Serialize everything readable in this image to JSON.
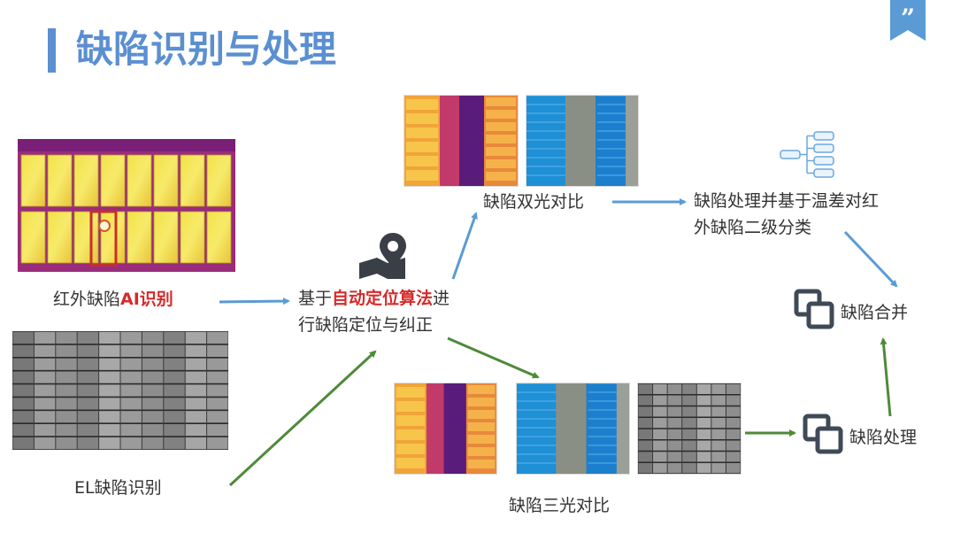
{
  "header": {
    "title": "缺陷识别与处理"
  },
  "nodes": {
    "ir_recognition": {
      "prefix": "红外缺陷",
      "highlight": "AI识别"
    },
    "el_recognition": {
      "label": "EL缺陷识别"
    },
    "locate": {
      "prefix": "基于",
      "highlight": "自动定位算法",
      "suffix": "进",
      "line2": "行缺陷定位与纠正"
    },
    "dual_compare": {
      "label": "缺陷双光对比"
    },
    "temp_classify": {
      "line1": "缺陷处理并基于温差对红",
      "line2": "外缺陷二级分类"
    },
    "merge": {
      "label": "缺陷合并"
    },
    "process": {
      "label": "缺陷处理"
    },
    "triple_compare": {
      "label": "缺陷三光对比"
    }
  },
  "colors": {
    "accent": "#5b8fd1",
    "blue_arrow": "#5b9bd5",
    "green_arrow": "#4e8a3a",
    "red_text": "#d52b2b",
    "node_icon": "#3f4a57"
  },
  "icons": [
    "quote-icon",
    "map-pin-icon",
    "tree-diagram-icon",
    "merge-squares-icon",
    "process-squares-icon"
  ]
}
